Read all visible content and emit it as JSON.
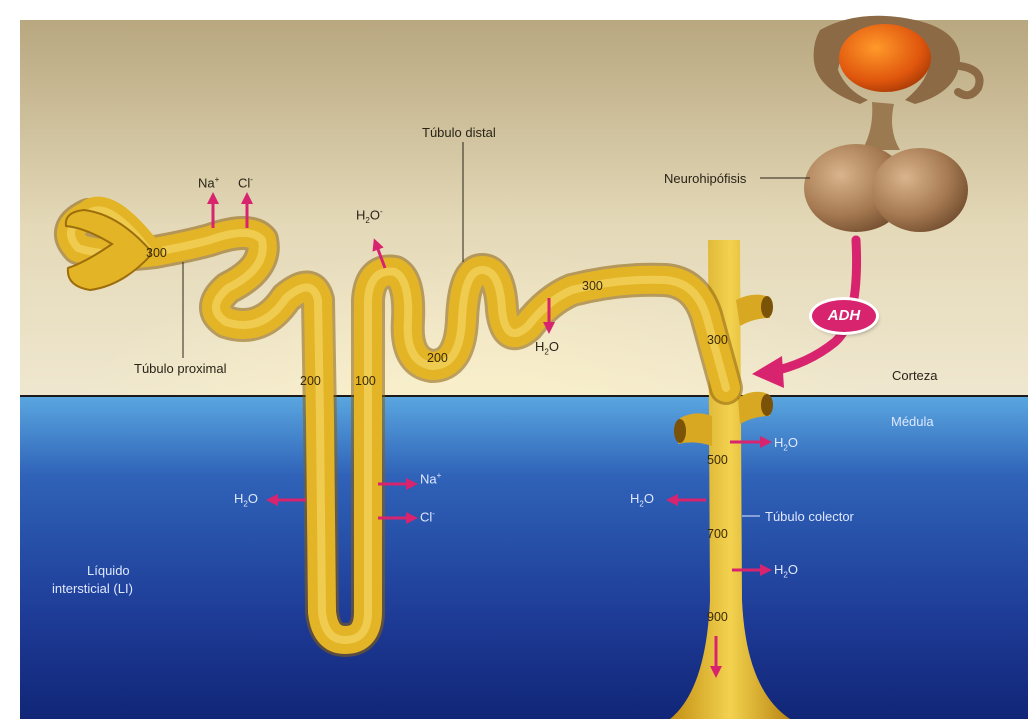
{
  "labels": {
    "tubulo_distal": "Túbulo distal",
    "neurohipofisis": "Neurohipófisis",
    "tubulo_proximal": "Túbulo proximal",
    "corteza": "Corteza",
    "medula": "Médula",
    "tubulo_colector": "Túbulo colector",
    "liquido_1": "Líquido",
    "liquido_2": "intersticial (LI)",
    "adh": "ADH"
  },
  "ions": {
    "na": "Na",
    "na_sup": "+",
    "cl": "Cl",
    "cl_sup": "-",
    "h": "H",
    "sub2": "2",
    "o": "O"
  },
  "osmolarity": {
    "n300": "300",
    "n200": "200",
    "n100": "100",
    "n500": "500",
    "n700": "700",
    "n900": "900"
  },
  "colors": {
    "tubule": "#e6b92a",
    "arrow": "#d8236e",
    "cortex": "#d8c9a5",
    "medulla": "#1f3f9a"
  }
}
